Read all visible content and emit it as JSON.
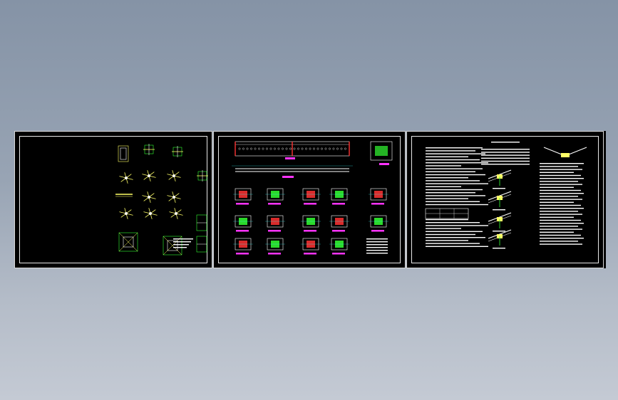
{
  "viewer": {
    "background_top": "#8593a6",
    "background_bottom": "#c4cad4"
  },
  "sheets": [
    {
      "id": "sheet-1",
      "content": "truss-elevations-and-joint-details"
    },
    {
      "id": "sheet-2",
      "content": "beam-elevation-and-section-details"
    },
    {
      "id": "sheet-3",
      "content": "design-notes-and-connection-details"
    }
  ],
  "colors": {
    "paper": "#000000",
    "border": "#e8e8e8",
    "truss_chord": "#ffffff",
    "truss_web": "#ffff66",
    "member_green": "#33ff33",
    "dimension_magenta": "#ff33ff",
    "section_red": "#ff3333",
    "text_white": "#ffffff",
    "accent_cyan": "#33ffff"
  }
}
